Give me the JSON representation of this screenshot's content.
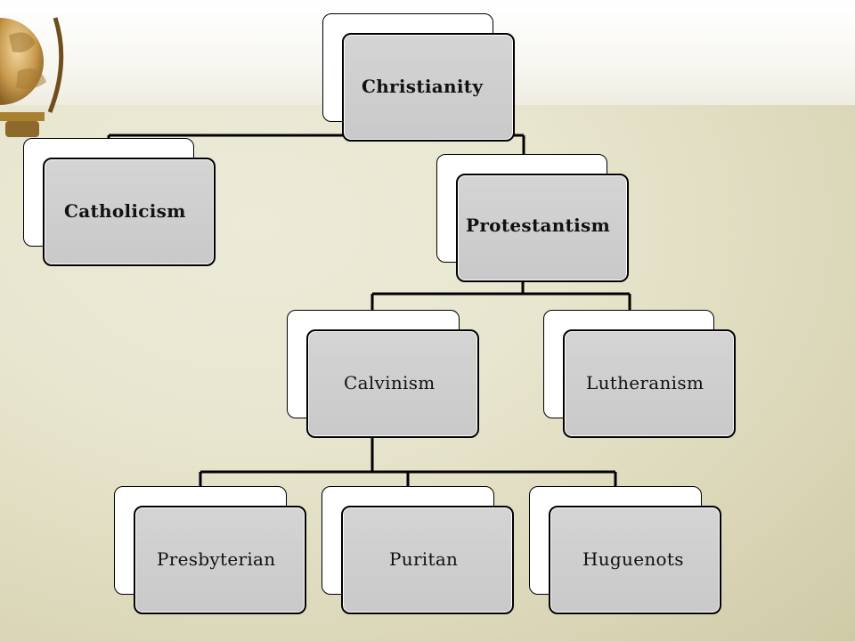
{
  "diagram": {
    "root": {
      "label": "Christianity"
    },
    "level1": [
      {
        "label": "Catholicism"
      },
      {
        "label": "Protestantism"
      }
    ],
    "level2": [
      {
        "label": "Calvinism"
      },
      {
        "label": "Lutheranism"
      }
    ],
    "level3": [
      {
        "label": "Presbyterian"
      },
      {
        "label": "Puritan"
      },
      {
        "label": "Huguenots"
      }
    ]
  }
}
